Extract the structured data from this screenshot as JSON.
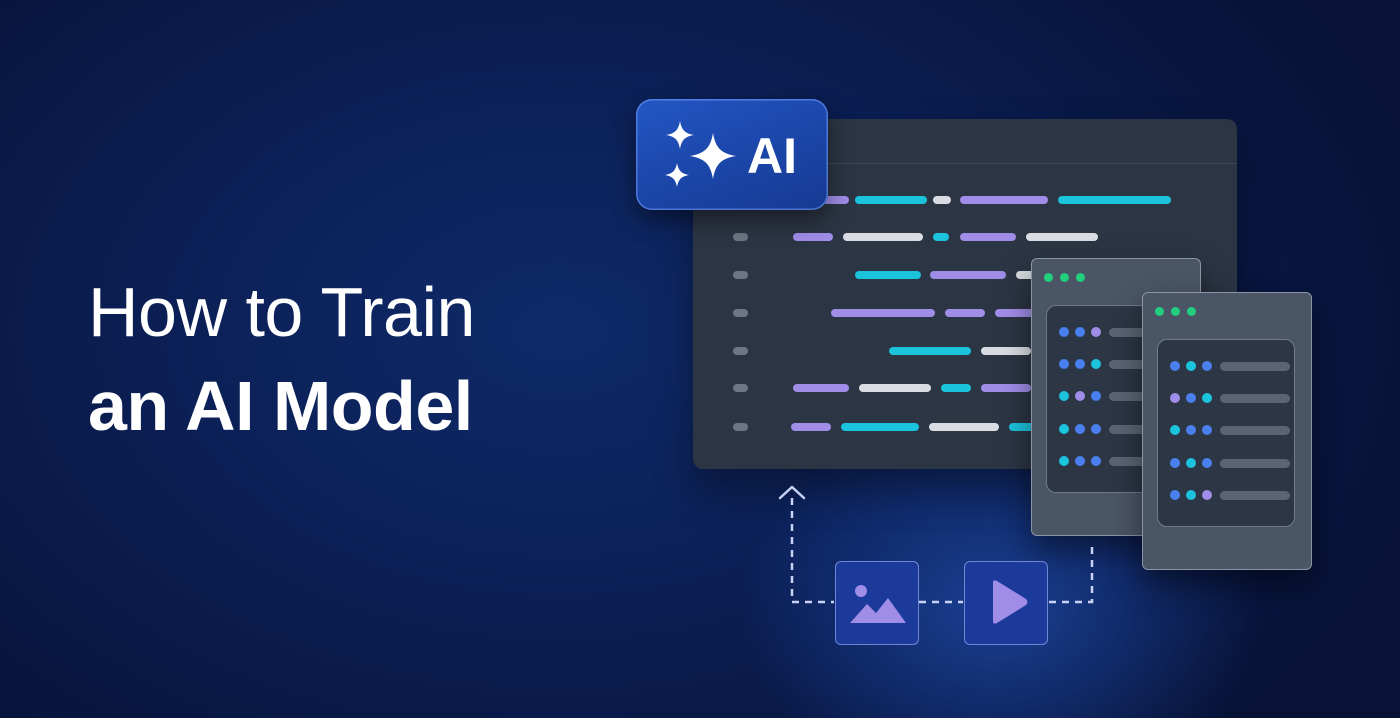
{
  "headline": {
    "line1": "How to Train",
    "line2": "an AI Model"
  },
  "badge": {
    "text": "AI",
    "icon": "sparkles-icon"
  },
  "icons": {
    "image": "image-icon",
    "play": "play-icon",
    "arrow": "arrow-up-icon"
  },
  "colors": {
    "background": "#0b1f55",
    "badge": "#1a44a6",
    "code_panel": "#2c3544",
    "token_purple": "#a08de8",
    "token_cyan": "#1cc3dd",
    "token_white": "#d9dde3",
    "window_dot_green": "#22d07f",
    "server_dot_blue": "#4a80ee"
  }
}
